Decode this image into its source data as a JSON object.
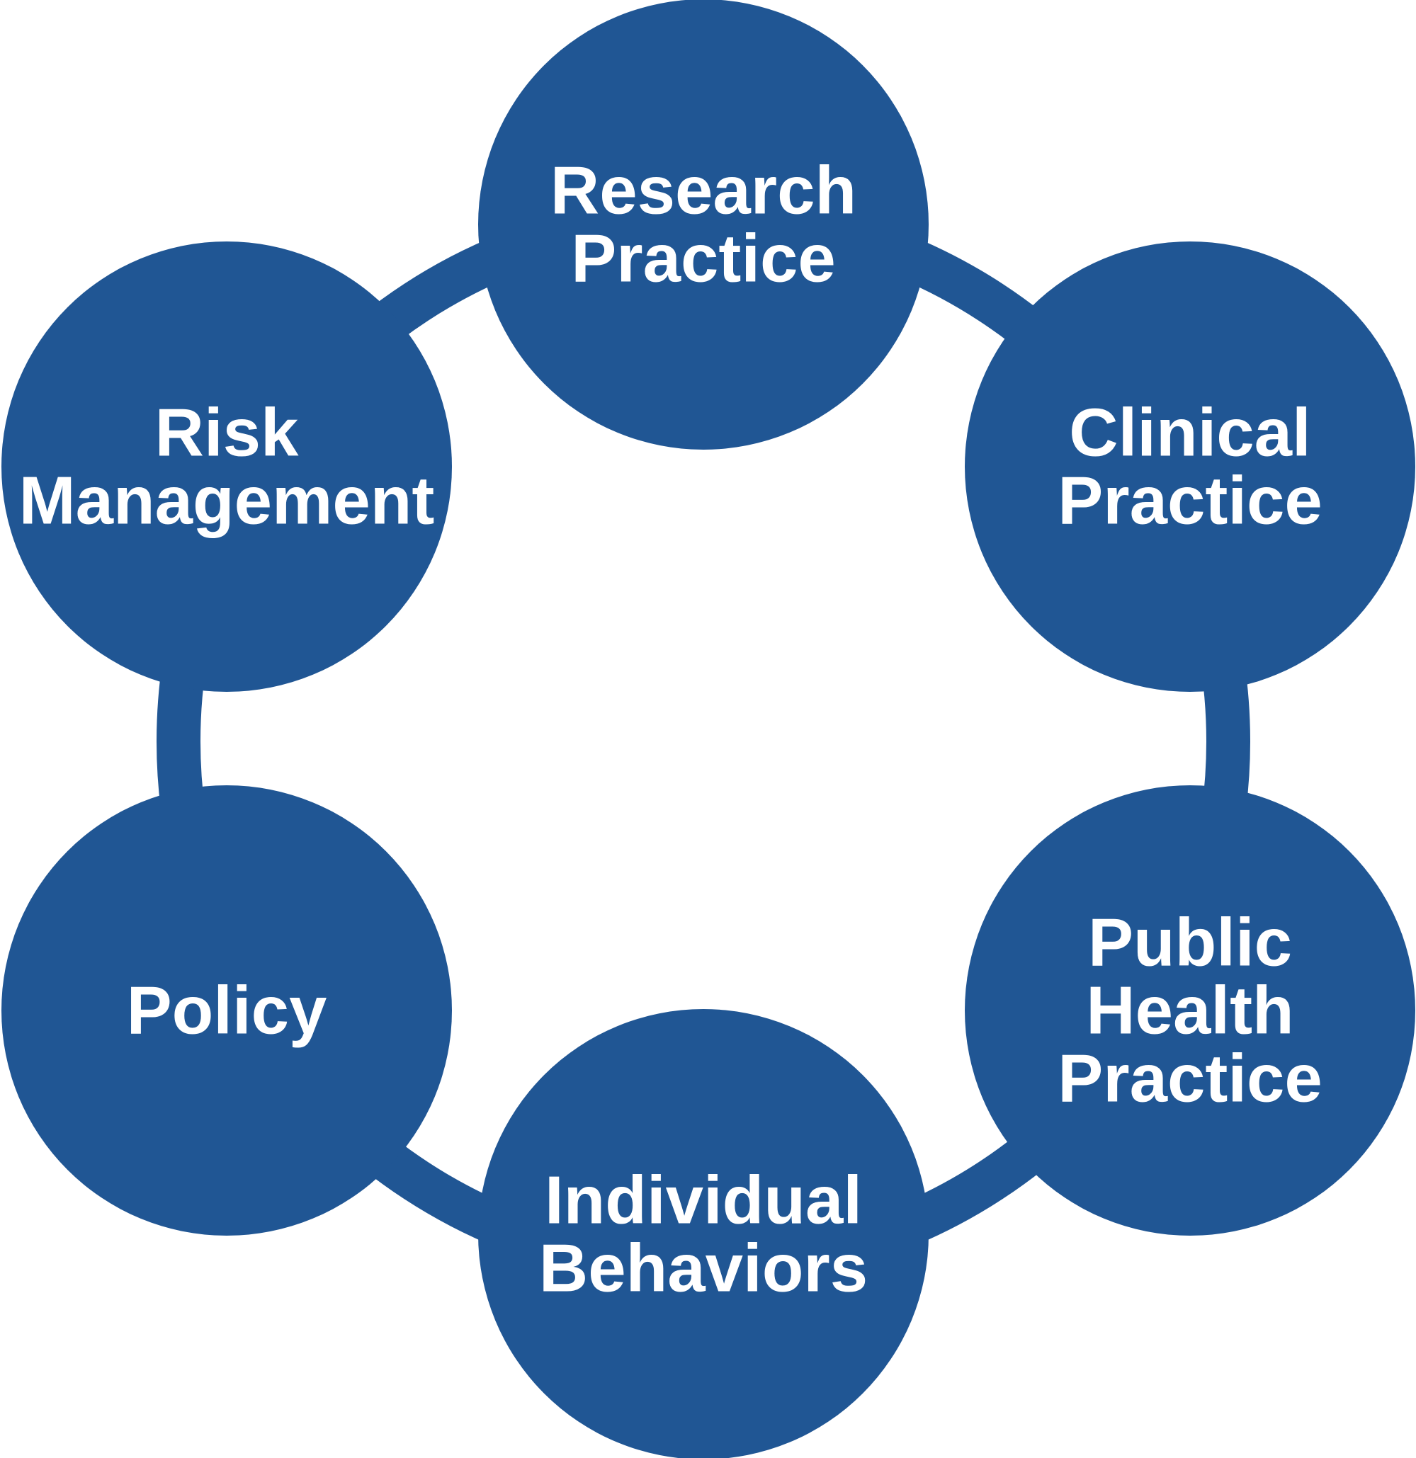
{
  "diagram": {
    "colors": {
      "node_fill": "#205694",
      "ring_stroke": "#205694",
      "label_text": "#ffffff",
      "background": "#ffffff"
    },
    "nodes": [
      {
        "id": "research-practice",
        "lines": [
          "Research",
          "Practice"
        ]
      },
      {
        "id": "clinical-practice",
        "lines": [
          "Clinical",
          "Practice"
        ]
      },
      {
        "id": "public-health-practice",
        "lines": [
          "Public",
          "Health",
          "Practice"
        ]
      },
      {
        "id": "individual-behaviors",
        "lines": [
          "Individual",
          "Behaviors"
        ]
      },
      {
        "id": "policy",
        "lines": [
          "Policy"
        ]
      },
      {
        "id": "risk-management",
        "lines": [
          "Risk",
          "Management"
        ]
      }
    ]
  }
}
